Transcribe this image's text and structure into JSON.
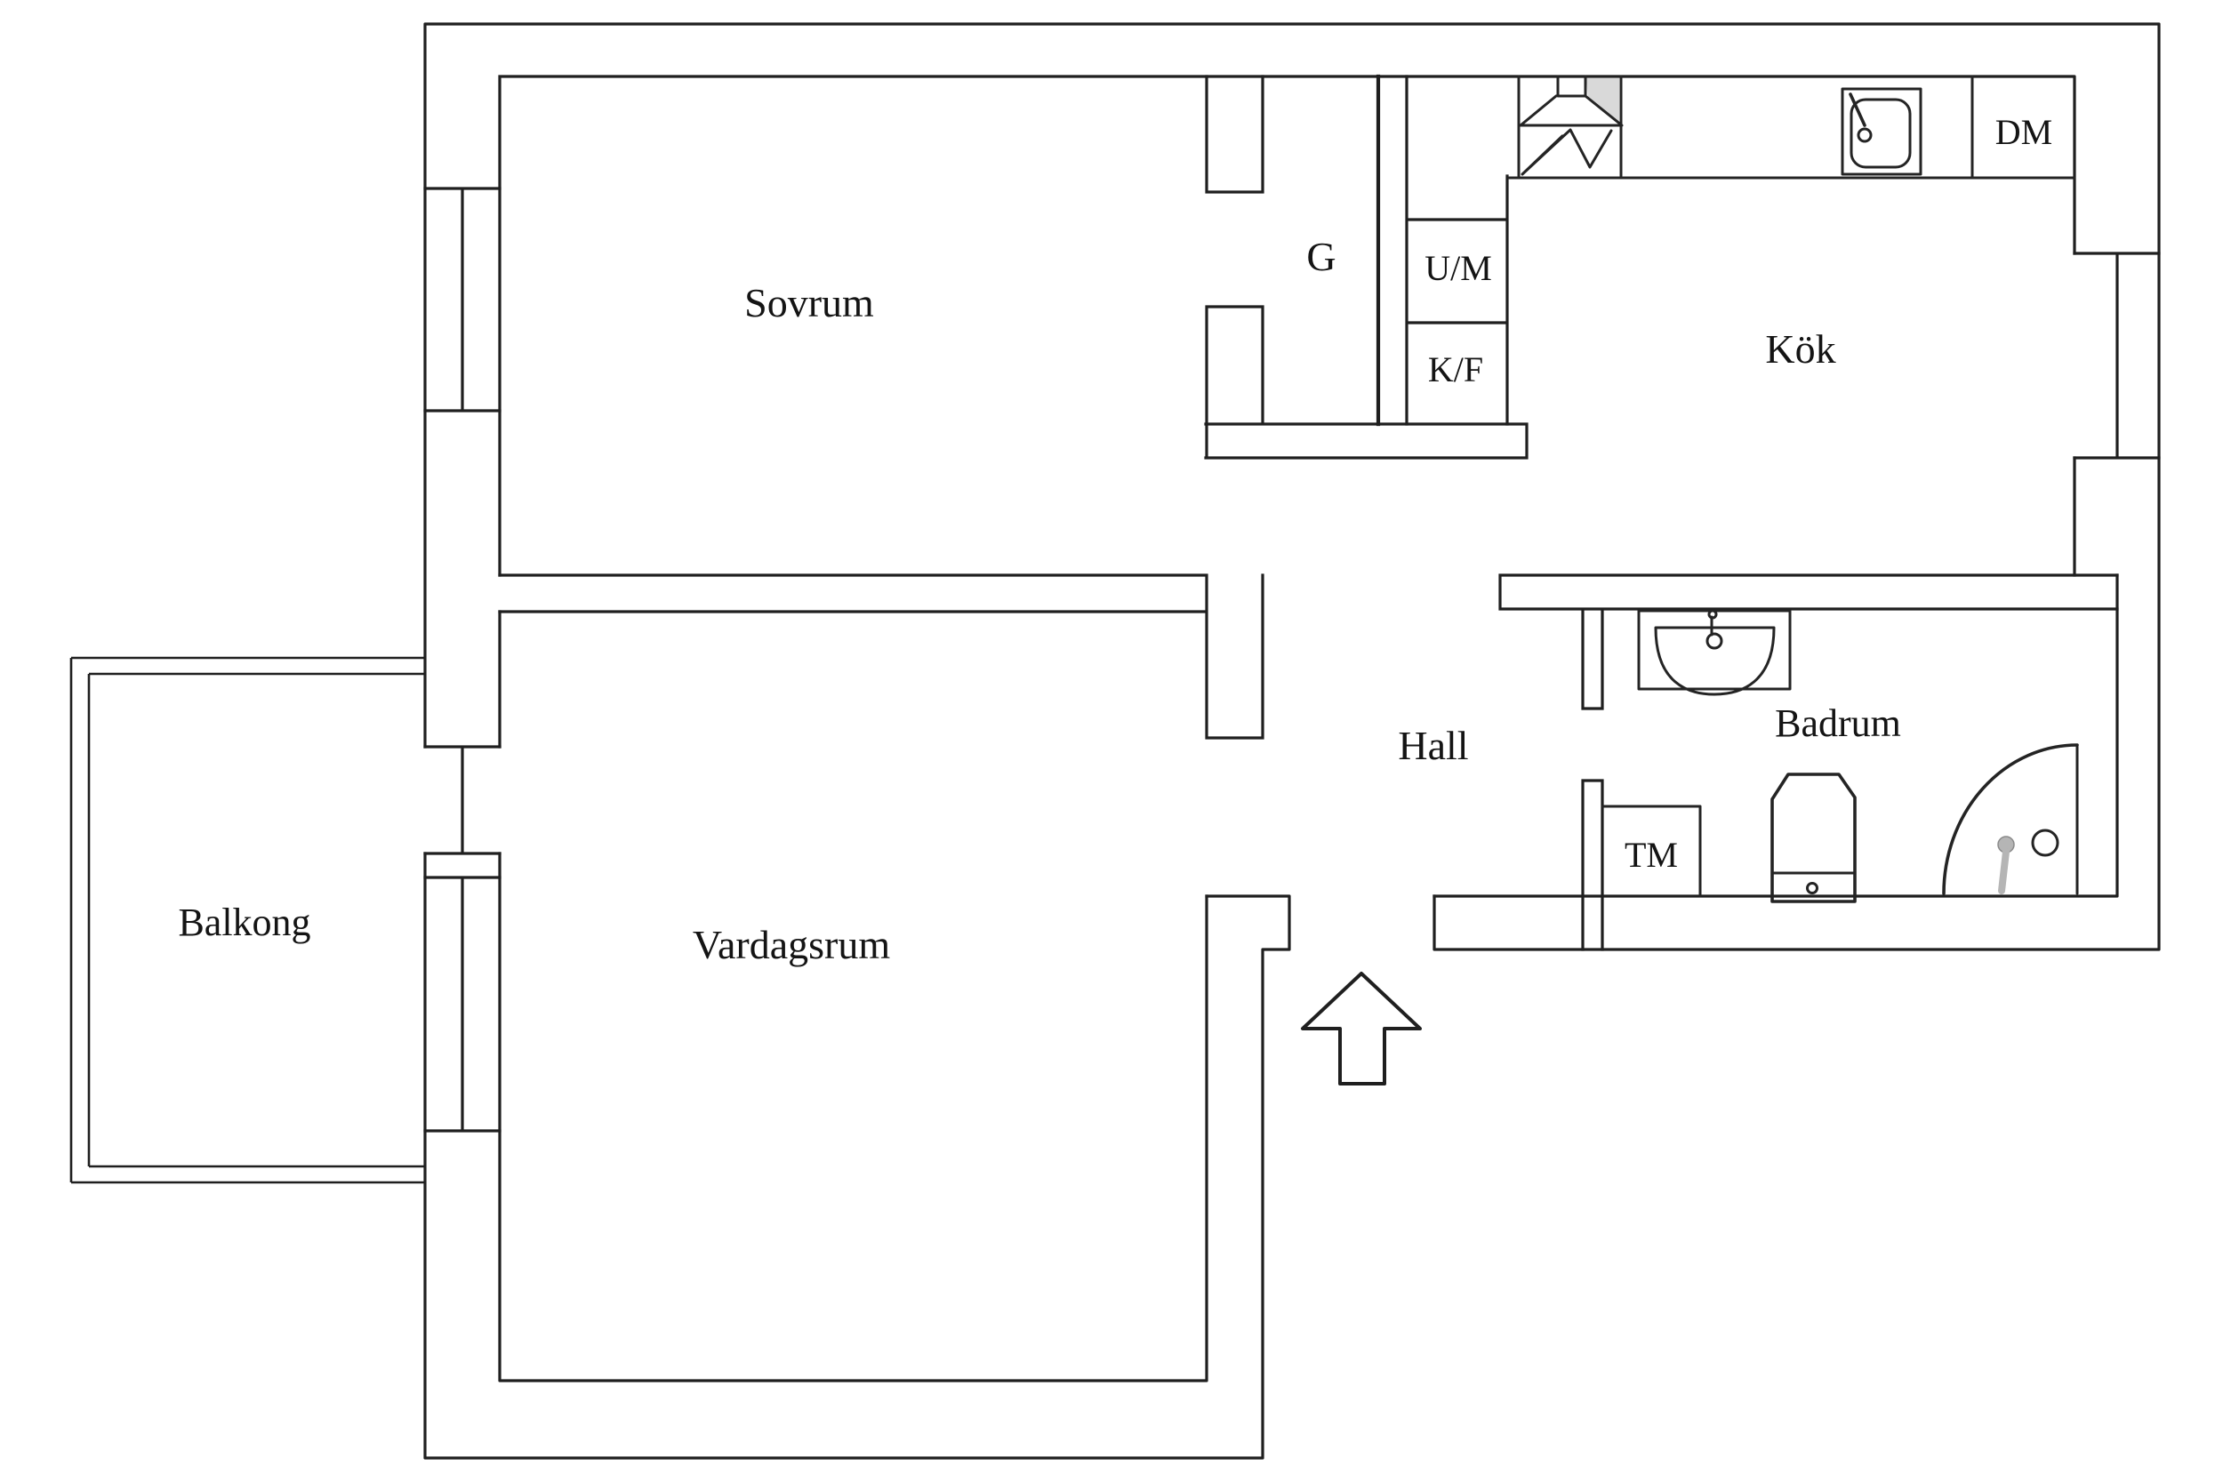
{
  "title": "Apartment floor plan",
  "colors": {
    "line": "#1f1f1f",
    "text": "#141414",
    "hood_shade": "#d9d9d9",
    "fixture_gray": "#b5b5b5",
    "background": "#ffffff"
  },
  "rooms": {
    "sovrum": {
      "label": "Sovrum"
    },
    "vardagsrum": {
      "label": "Vardagsrum"
    },
    "kok": {
      "label": "Kök"
    },
    "hall": {
      "label": "Hall"
    },
    "badrum": {
      "label": "Badrum"
    },
    "balkong": {
      "label": "Balkong"
    },
    "garderob": {
      "label": "G"
    }
  },
  "appliances": {
    "um": {
      "label": "U/M"
    },
    "kf": {
      "label": "K/F"
    },
    "tm": {
      "label": "TM"
    },
    "dm": {
      "label": "DM"
    }
  },
  "icons": {
    "stove_hood": "range-hood-with-fan",
    "kitchen_sink": "single-bowl-sink-with-tap",
    "washbasin": "half-round-washbasin",
    "toilet": "toilet-top-view",
    "shower_door": "quarter-circle-door-swing",
    "floor_drain": "circle-drain",
    "entrance": "up-arrow"
  }
}
